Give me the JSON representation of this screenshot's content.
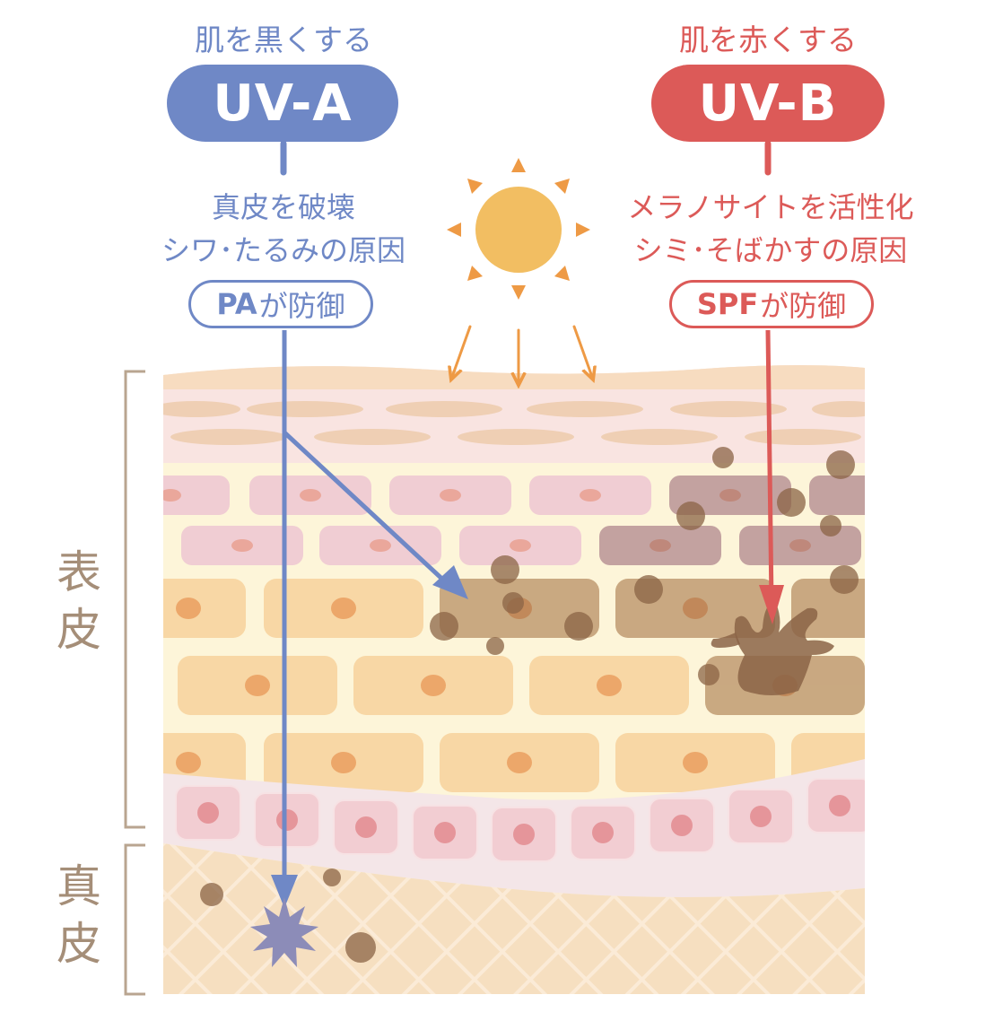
{
  "uva": {
    "effect": "肌を黒くする",
    "label": "UV-A",
    "desc_line1": "真皮を破壊",
    "desc_line2": "シワ･たるみの原因",
    "protect_bold": "PA",
    "protect_rest": "が防御",
    "color": "#6f88c6"
  },
  "uvb": {
    "effect": "肌を赤くする",
    "label": "UV-B",
    "desc_line1": "メラノサイトを活性化",
    "desc_line2": "シミ･そばかすの原因",
    "protect_bold": "SPF",
    "protect_rest": "が防御",
    "color": "#dc5a58"
  },
  "layers": {
    "epidermis": "表皮",
    "dermis": "真皮"
  },
  "colors": {
    "sun": "#f2be62",
    "sun_rays": "#ee9a45",
    "bracket": "#b9a590"
  }
}
